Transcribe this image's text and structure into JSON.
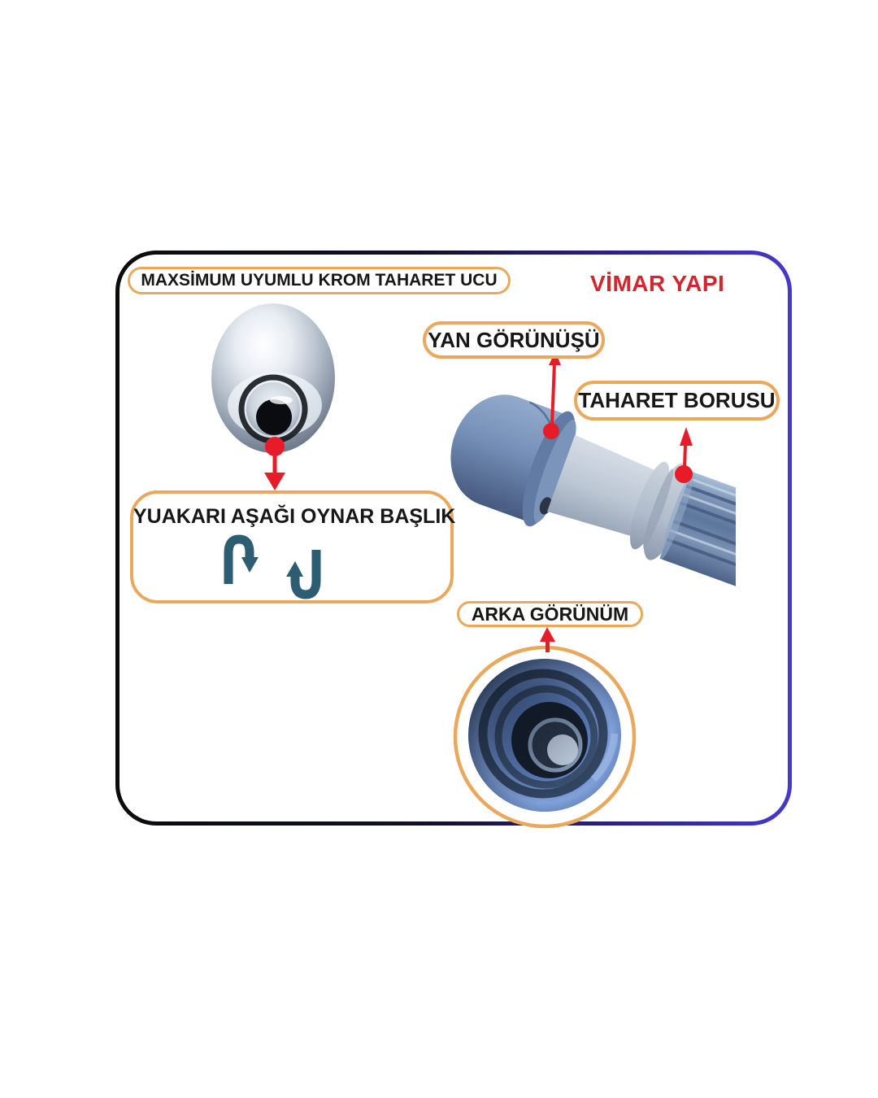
{
  "brand": {
    "name": "VİMAR YAPI",
    "color": "#d2252e"
  },
  "header": {
    "title": "MAXSİMUM UYUMLU KROM TAHARET UCU"
  },
  "callouts": {
    "side_view": {
      "label": "YAN GÖRÜNÜŞÜ"
    },
    "pipe": {
      "label": "TAHARET BORUSU"
    },
    "movable_head": {
      "label": "YUAKARI AŞAĞI OYNAR BAŞLIK"
    },
    "back_view": {
      "label": "ARKA GÖRÜNÜM"
    }
  },
  "icons": {
    "rotate_down_icon": "u-turn arrow (∩ shape, arrowhead down)",
    "rotate_up_icon": "u-turn arrow (U shape, arrowhead up)",
    "pointer_arrow_icon": "thin red arrow with round dot anchor"
  },
  "colors": {
    "pill_border_orange": "#eaa85c",
    "label_text": "#171717",
    "brand_red": "#d2252e",
    "arrow_red": "#e81c28",
    "rotate_arrow_teal": "#2d5d73",
    "frame_gradient_left": "#0b0b0b",
    "frame_gradient_right": "#4439c9",
    "product_steel_blue": "#7590b8",
    "back_photo_blue": "#5f82c0"
  }
}
